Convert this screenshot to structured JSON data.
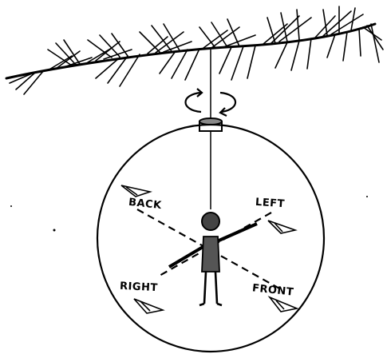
{
  "labels": {
    "back": "BACK",
    "left": "LEFT",
    "right": "RIGHT",
    "front": "FRONT"
  },
  "colors": {
    "ink": "#000000",
    "background": "#ffffff",
    "body_fill": "#555555"
  }
}
